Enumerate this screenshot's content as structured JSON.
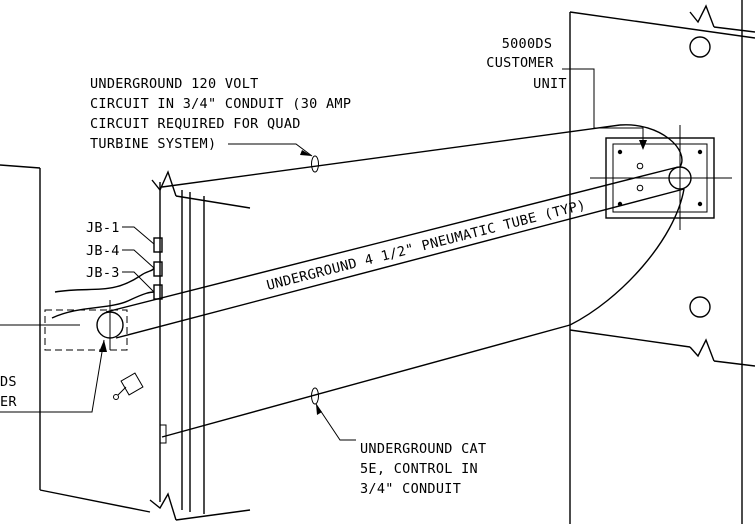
{
  "labels": {
    "customer_unit": [
      "5000DS",
      "CUSTOMER",
      "UNIT"
    ],
    "power_circuit": [
      "UNDERGROUND 120 VOLT",
      "CIRCUIT IN 3/4\" CONDUIT (30 AMP",
      "CIRCUIT REQUIRED FOR QUAD",
      "TURBINE SYSTEM)"
    ],
    "tube": "UNDERGROUND 4 1/2\" PNEUMATIC TUBE (TYP)",
    "jb1": "JB-1",
    "jb4": "JB-4",
    "jb3": "JB-3",
    "teller_partial": [
      "DS",
      "ER"
    ],
    "control": [
      "UNDERGROUND CAT",
      "5E, CONTROL IN",
      "3/4\" CONDUIT"
    ]
  }
}
